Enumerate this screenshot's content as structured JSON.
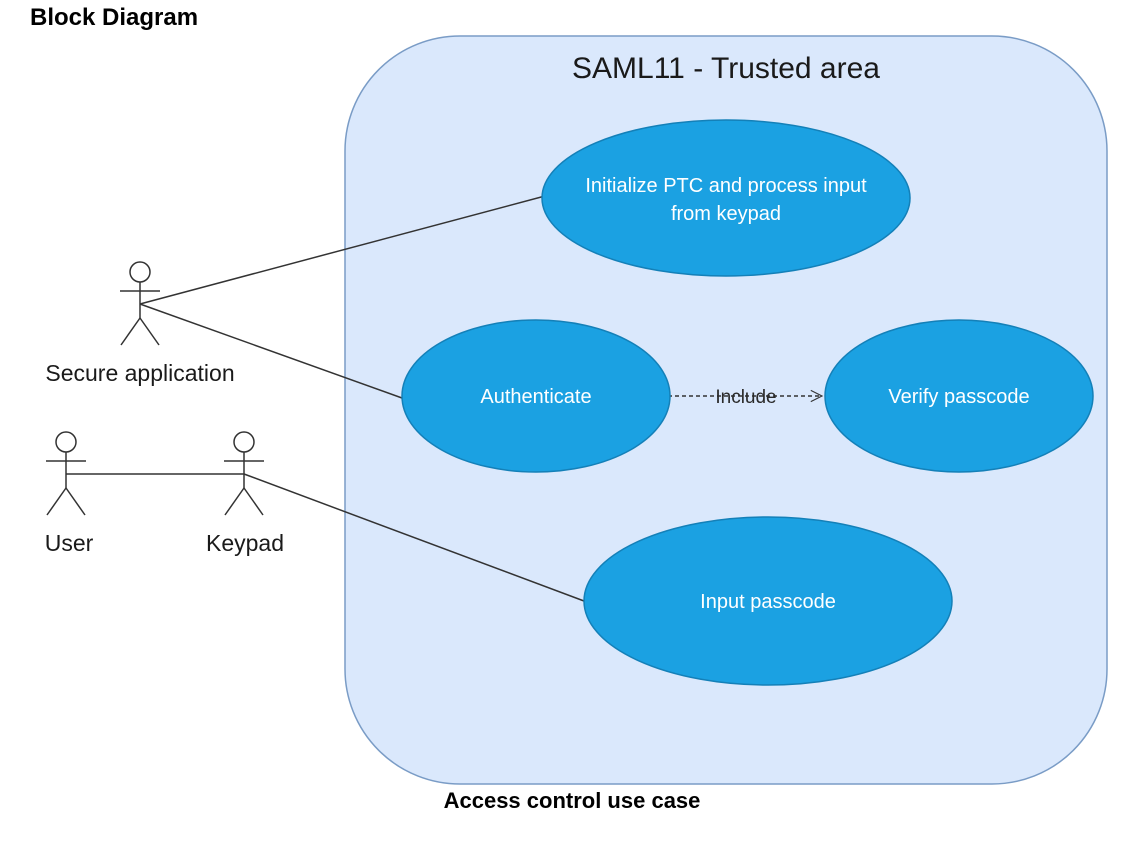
{
  "heading": "Block Diagram",
  "caption": "Access control use case",
  "system": {
    "title": "SAML11 - Trusted area"
  },
  "actors": {
    "secure_application": "Secure application",
    "user": "User",
    "keypad": "Keypad"
  },
  "use_cases": {
    "initialize": {
      "line1": "Initialize PTC and process input",
      "line2": "from keypad"
    },
    "authenticate": "Authenticate",
    "verify": "Verify passcode",
    "input": "Input passcode"
  },
  "relations": {
    "include": "Include"
  },
  "colors": {
    "system_fill": "#dae8fc",
    "system_stroke": "#7a9cc6",
    "use_case_fill": "#1ba1e2",
    "use_case_stroke": "#1480b8"
  }
}
